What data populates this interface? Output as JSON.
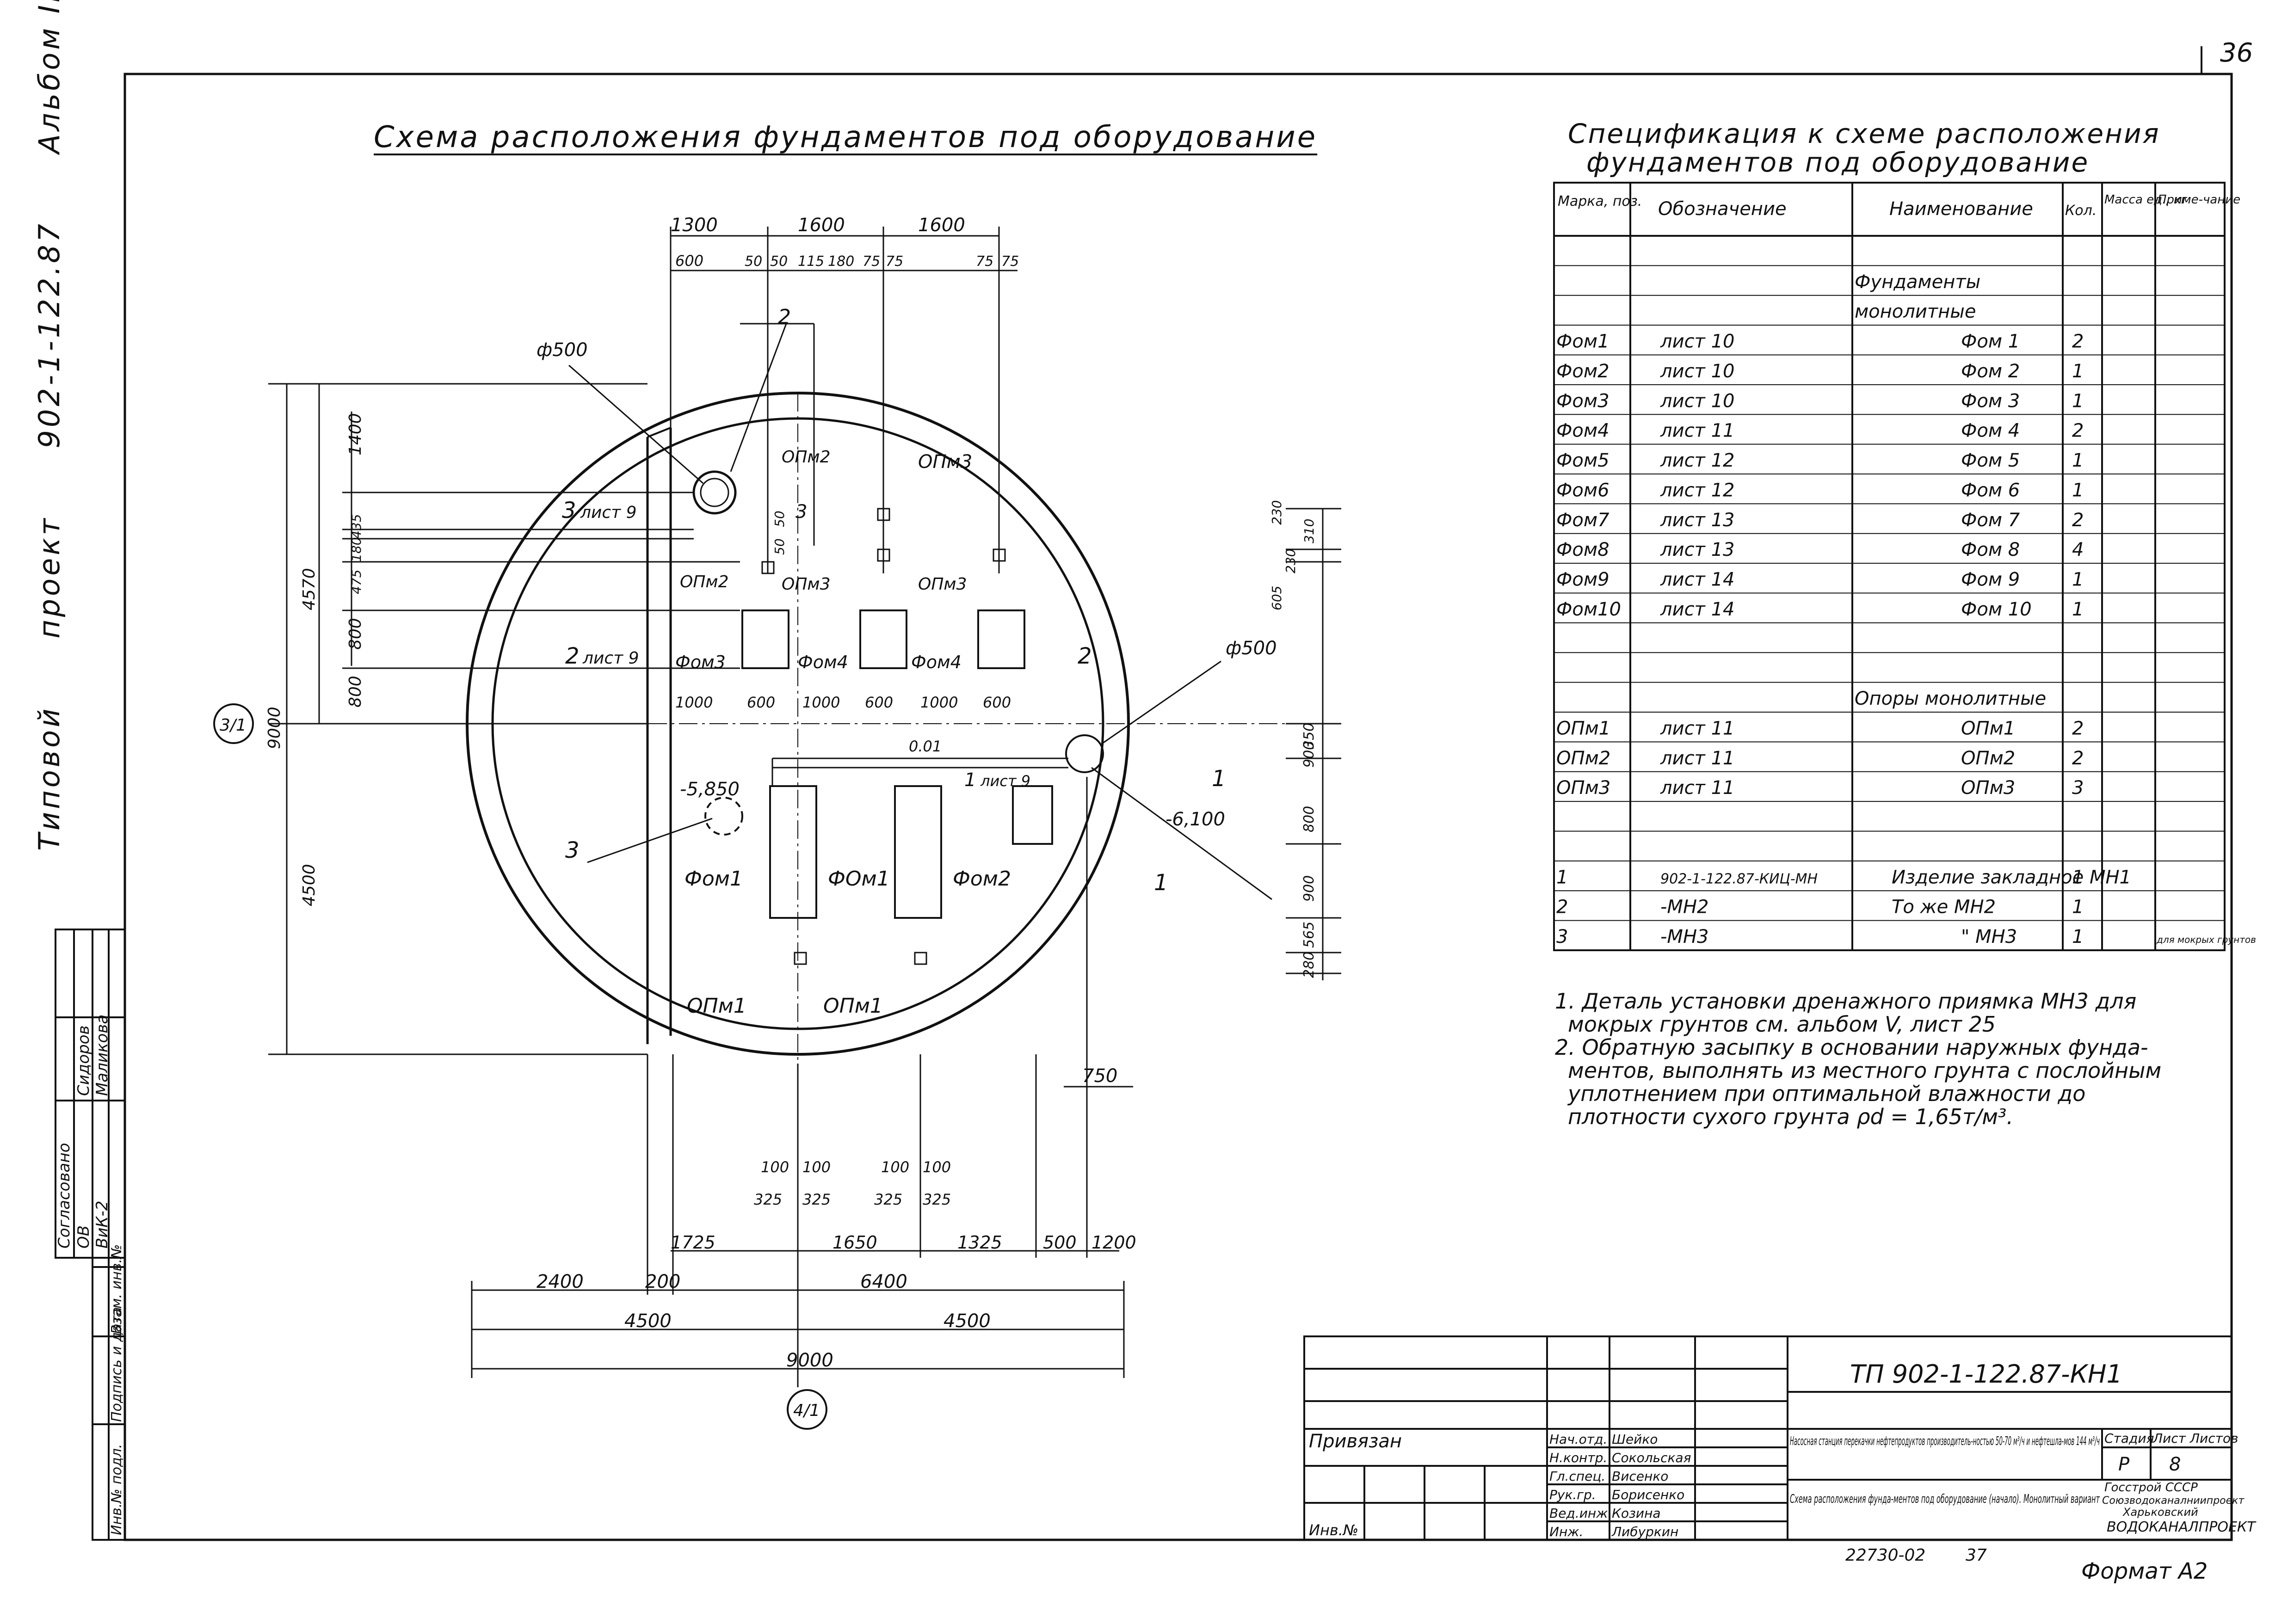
{
  "page_number": "36",
  "side_title": [
    "Типовой",
    "проект",
    "902-1-122.87",
    "Альбом II"
  ],
  "drawing_title": "Схема расположения фундаментов под оборудование",
  "plan": {
    "top_dims": [
      "1300",
      "1600",
      "1600"
    ],
    "top_sub_dims": [
      "600",
      "50",
      "50",
      "115",
      "180",
      "75",
      "75",
      "75",
      "75"
    ],
    "left_dims": [
      "1400",
      "4570",
      "435",
      "180",
      "475",
      "800",
      "800",
      "9000",
      "4500"
    ],
    "right_dims": [
      "230",
      "310",
      "605",
      "230",
      "350",
      "900",
      "800",
      "900",
      "565",
      "280"
    ],
    "bottom_dims_row1": [
      "100",
      "100",
      "100",
      "100"
    ],
    "bottom_dims_row2": [
      "325",
      "325",
      "325",
      "325"
    ],
    "bottom_dims_row3": [
      "1725",
      "1650",
      "1325",
      "500",
      "1200"
    ],
    "bottom_dims_row4": [
      "2400",
      "200",
      "6400"
    ],
    "bottom_dims_row5": [
      "4500",
      "4500"
    ],
    "bottom_dims_row6": [
      "9000"
    ],
    "mid_dims": [
      "1000",
      "600",
      "1000",
      "600",
      "1000",
      "600"
    ],
    "dim_750": "750",
    "marks": {
      "opm1_a": "ОПм1",
      "opm1_b": "ОПм1",
      "opm2_a": "ОПм2",
      "opm2_b": "ОПм2",
      "opm3_a": "ОПм3",
      "opm3_b": "ОПм3",
      "opm3_c": "ОПм3",
      "fom1_a": "Фом1",
      "fom1_b": "ФОм1",
      "fom2": "Фом2",
      "fom3": "Фом3",
      "fom4_a": "Фом4",
      "fom4_b": "Фом4"
    },
    "pipe_d1": "ф500",
    "pipe_d2": "ф500",
    "level_1": "-5,850",
    "level_2": "-6,100",
    "slope": "0.01",
    "callout_1": "1",
    "callout_2": "2",
    "callout_3": "3",
    "section_1": "1",
    "section_2": "2",
    "section_3": "3",
    "lyst_9": "лист 9",
    "axis_a": "3/1",
    "axis_b": "4/1",
    "small_3": "3",
    "small_50": "50",
    "small_50b": "50"
  },
  "spec": {
    "title_line1": "Спецификация к схеме расположения",
    "title_line2": "фундаментов под оборудование",
    "headers": [
      "Марка, поз.",
      "Обозначение",
      "Наименование",
      "Кол.",
      "Масса ед., кг",
      "Приме-чание"
    ],
    "rows": [
      [
        "",
        "",
        "",
        "",
        "",
        ""
      ],
      [
        "",
        "",
        "Фундаменты",
        "",
        "",
        ""
      ],
      [
        "",
        "",
        "монолитные",
        "",
        "",
        ""
      ],
      [
        "Фом1",
        "лист 10",
        "Фом 1",
        "2",
        "",
        ""
      ],
      [
        "Фом2",
        "лист 10",
        "Фом 2",
        "1",
        "",
        ""
      ],
      [
        "Фом3",
        "лист 10",
        "Фом 3",
        "1",
        "",
        ""
      ],
      [
        "Фом4",
        "лист 11",
        "Фом 4",
        "2",
        "",
        ""
      ],
      [
        "Фом5",
        "лист 12",
        "Фом 5",
        "1",
        "",
        ""
      ],
      [
        "Фом6",
        "лист 12",
        "Фом 6",
        "1",
        "",
        ""
      ],
      [
        "Фом7",
        "лист 13",
        "Фом 7",
        "2",
        "",
        ""
      ],
      [
        "Фом8",
        "лист 13",
        "Фом 8",
        "4",
        "",
        ""
      ],
      [
        "Фом9",
        "лист 14",
        "Фом 9",
        "1",
        "",
        ""
      ],
      [
        "Фом10",
        "лист 14",
        "Фом 10",
        "1",
        "",
        ""
      ],
      [
        "",
        "",
        "",
        "",
        "",
        ""
      ],
      [
        "",
        "",
        "",
        "",
        "",
        ""
      ],
      [
        "",
        "",
        "Опоры монолитные",
        "",
        "",
        ""
      ],
      [
        "ОПм1",
        "лист 11",
        "ОПм1",
        "2",
        "",
        ""
      ],
      [
        "ОПм2",
        "лист 11",
        "ОПм2",
        "2",
        "",
        ""
      ],
      [
        "ОПм3",
        "лист 11",
        "ОПм3",
        "3",
        "",
        ""
      ],
      [
        "",
        "",
        "",
        "",
        "",
        ""
      ],
      [
        "",
        "",
        "",
        "",
        "",
        ""
      ],
      [
        "1",
        "902-1-122.87-КИЦ-МН",
        "Изделие закладное МН1",
        "1",
        "",
        ""
      ],
      [
        "2",
        "-МН2",
        "То же МН2",
        "1",
        "",
        ""
      ],
      [
        "3",
        "-МН3",
        "\" МН3",
        "1",
        "",
        "для мокрых грунтов"
      ]
    ]
  },
  "notes": [
    "1. Деталь установки дренажного приямка МН3 для",
    "мокрых грунтов см. альбом V, лист 25",
    "2. Обратную засыпку в основании наружных фунда-",
    "ментов, выполнять из местного грунта с послойным",
    "уплотнением при оптимальной влажности до",
    "плотности сухого грунта ρd = 1,65т/м³."
  ],
  "approval": {
    "title": "Согласовано",
    "rows": [
      [
        "ОВ",
        "Сидоров"
      ],
      [
        "ВиК-2",
        "Маликова"
      ]
    ]
  },
  "left_strip": [
    "Инв.№ подл.",
    "Подпись и дата",
    "Взам. инв.№"
  ],
  "title_block": {
    "code": "ТП 902-1-122.87-КН1",
    "privyazan": "Привязан",
    "inv": "Инв.№",
    "people": [
      [
        "Нач.отд.",
        "Шейко"
      ],
      [
        "Н.контр.",
        "Сокольская"
      ],
      [
        "Гл.спец.",
        "Висенко"
      ],
      [
        "Рук.гр.",
        "Борисенко"
      ],
      [
        "Вед.инж.",
        "Козина"
      ],
      [
        "Инж.",
        "Либуркин"
      ]
    ],
    "project_name": "Насосная станция перекачки нефтепродуктов производитель-ностью 50-70 м³/ч и нефтешла-мов 144 м³/ч",
    "sheet_name": "Схема расположения фунда-ментов под оборудование (начало). Монолитный вариант",
    "stage_label": "Стадия",
    "sheet_label": "Лист",
    "sheets_label": "Листов",
    "stage": "Р",
    "sheet": "8",
    "sheets": "",
    "org1": "Госстрой СССР",
    "org2": "Союзводоканалниипроект",
    "org3": "Харьковский",
    "org4": "ВОДОКАНАЛПРОЕКТ",
    "bottom_code": "22730-02",
    "bottom_num": "37",
    "format": "Формат А2"
  }
}
